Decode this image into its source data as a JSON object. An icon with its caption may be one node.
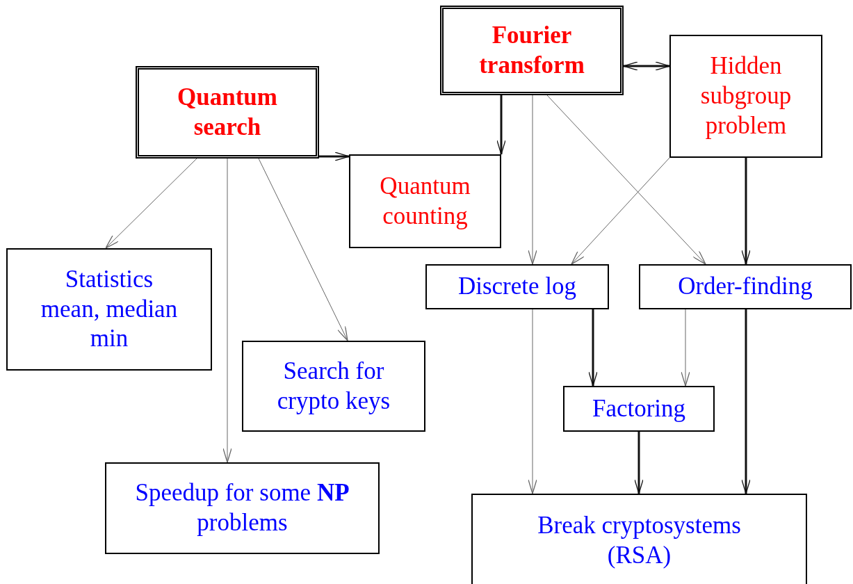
{
  "diagram": {
    "nodes": [
      {
        "text": [
          "Quantum search"
        ]
      },
      {
        "text": [
          "Fourier transform"
        ]
      },
      {
        "text": [
          "Hidden subgroup problem"
        ]
      },
      {
        "text": [
          "Quantum counting"
        ]
      },
      {
        "text": [
          "Statistics mean, median min"
        ]
      },
      {
        "text": [
          "Search for crypto keys"
        ]
      },
      {
        "text": [
          "Speedup for some **NP** problems"
        ]
      },
      {
        "text": [
          "Discrete log"
        ]
      },
      {
        "text": [
          "Order-finding"
        ]
      },
      {
        "text": [
          "Factoring"
        ]
      },
      {
        "text": [
          "Break cryptosystems (RSA)"
        ]
      }
    ],
    "edges": [
      {
        "from": 1,
        "to": 2,
        "arrow": "both",
        "style": "thick"
      },
      {
        "from": 0,
        "to": 3,
        "arrow": "to",
        "style": "thick"
      },
      {
        "from": 1,
        "to": 3,
        "arrow": "to",
        "style": "thick"
      },
      {
        "from": 0,
        "to": 4,
        "arrow": "to"
      },
      {
        "from": 0,
        "to": 6,
        "arrow": "to"
      },
      {
        "from": 0,
        "to": 5,
        "arrow": "to"
      },
      {
        "from": 1,
        "to": 7,
        "arrow": "to"
      },
      {
        "from": 1,
        "to": 8,
        "arrow": "to"
      },
      {
        "from": 2,
        "to": 7,
        "arrow": "to"
      },
      {
        "from": 2,
        "to": 8,
        "arrow": "to",
        "style": "thick"
      },
      {
        "from": 7,
        "to": 9,
        "arrow": "to",
        "style": "thick"
      },
      {
        "from": 8,
        "to": 9,
        "arrow": "to"
      },
      {
        "from": 7,
        "to": 10,
        "arrow": "to"
      },
      {
        "from": 9,
        "to": 10,
        "arrow": "to",
        "style": "thick"
      },
      {
        "from": 8,
        "to": 10,
        "arrow": "to",
        "style": "thick"
      }
    ]
  }
}
